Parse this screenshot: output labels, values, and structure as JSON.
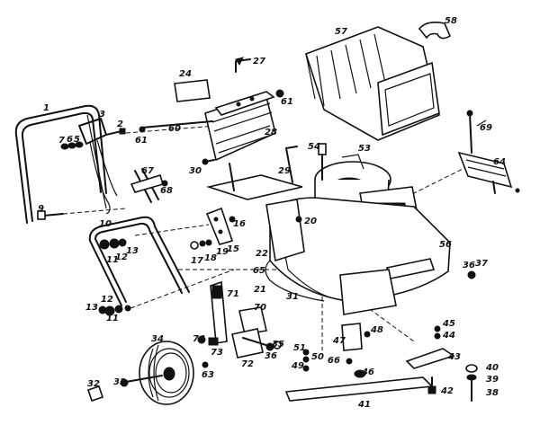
{
  "diagram": {
    "parts": [
      {
        "id": "p1",
        "label": "1"
      },
      {
        "id": "p2",
        "label": "2"
      },
      {
        "id": "p3",
        "label": "3"
      },
      {
        "id": "p5",
        "label": "5"
      },
      {
        "id": "p6",
        "label": "6"
      },
      {
        "id": "p7",
        "label": "7"
      },
      {
        "id": "p9",
        "label": "9"
      },
      {
        "id": "p10",
        "label": "10"
      },
      {
        "id": "p11a",
        "label": "11"
      },
      {
        "id": "p11b",
        "label": "11"
      },
      {
        "id": "p12a",
        "label": "12"
      },
      {
        "id": "p12b",
        "label": "12"
      },
      {
        "id": "p13a",
        "label": "13"
      },
      {
        "id": "p13b",
        "label": "13"
      },
      {
        "id": "p15",
        "label": "15"
      },
      {
        "id": "p16",
        "label": "16"
      },
      {
        "id": "p17",
        "label": "17"
      },
      {
        "id": "p18",
        "label": "18"
      },
      {
        "id": "p19",
        "label": "19"
      },
      {
        "id": "p20",
        "label": "20"
      },
      {
        "id": "p21",
        "label": "21"
      },
      {
        "id": "p22",
        "label": "22"
      },
      {
        "id": "p24",
        "label": "24"
      },
      {
        "id": "p27",
        "label": "27"
      },
      {
        "id": "p28",
        "label": "28"
      },
      {
        "id": "p29",
        "label": "29"
      },
      {
        "id": "p30",
        "label": "30"
      },
      {
        "id": "p31",
        "label": "31"
      },
      {
        "id": "p32",
        "label": "32"
      },
      {
        "id": "p33",
        "label": "33"
      },
      {
        "id": "p34",
        "label": "34"
      },
      {
        "id": "p35",
        "label": "35"
      },
      {
        "id": "p36a",
        "label": "36"
      },
      {
        "id": "p36b",
        "label": "36"
      },
      {
        "id": "p37",
        "label": "37"
      },
      {
        "id": "p38",
        "label": "38"
      },
      {
        "id": "p39",
        "label": "39"
      },
      {
        "id": "p40",
        "label": "40"
      },
      {
        "id": "p41",
        "label": "41"
      },
      {
        "id": "p42",
        "label": "42"
      },
      {
        "id": "p43",
        "label": "43"
      },
      {
        "id": "p44",
        "label": "44"
      },
      {
        "id": "p45",
        "label": "45"
      },
      {
        "id": "p46",
        "label": "46"
      },
      {
        "id": "p47",
        "label": "47"
      },
      {
        "id": "p48",
        "label": "48"
      },
      {
        "id": "p49",
        "label": "49"
      },
      {
        "id": "p50",
        "label": "50"
      },
      {
        "id": "p51",
        "label": "51"
      },
      {
        "id": "p53",
        "label": "53"
      },
      {
        "id": "p54",
        "label": "54"
      },
      {
        "id": "p56",
        "label": "56"
      },
      {
        "id": "p57",
        "label": "57"
      },
      {
        "id": "p58",
        "label": "58"
      },
      {
        "id": "p60",
        "label": "60"
      },
      {
        "id": "p61a",
        "label": "61"
      },
      {
        "id": "p61b",
        "label": "61"
      },
      {
        "id": "p63",
        "label": "63"
      },
      {
        "id": "p64",
        "label": "64"
      },
      {
        "id": "p65",
        "label": "65"
      },
      {
        "id": "p66",
        "label": "66"
      },
      {
        "id": "p67",
        "label": "67"
      },
      {
        "id": "p68",
        "label": "68"
      },
      {
        "id": "p69",
        "label": "69"
      },
      {
        "id": "p70",
        "label": "70"
      },
      {
        "id": "p71",
        "label": "71"
      },
      {
        "id": "p72",
        "label": "72"
      },
      {
        "id": "p73",
        "label": "73"
      },
      {
        "id": "p74",
        "label": "74"
      }
    ]
  }
}
